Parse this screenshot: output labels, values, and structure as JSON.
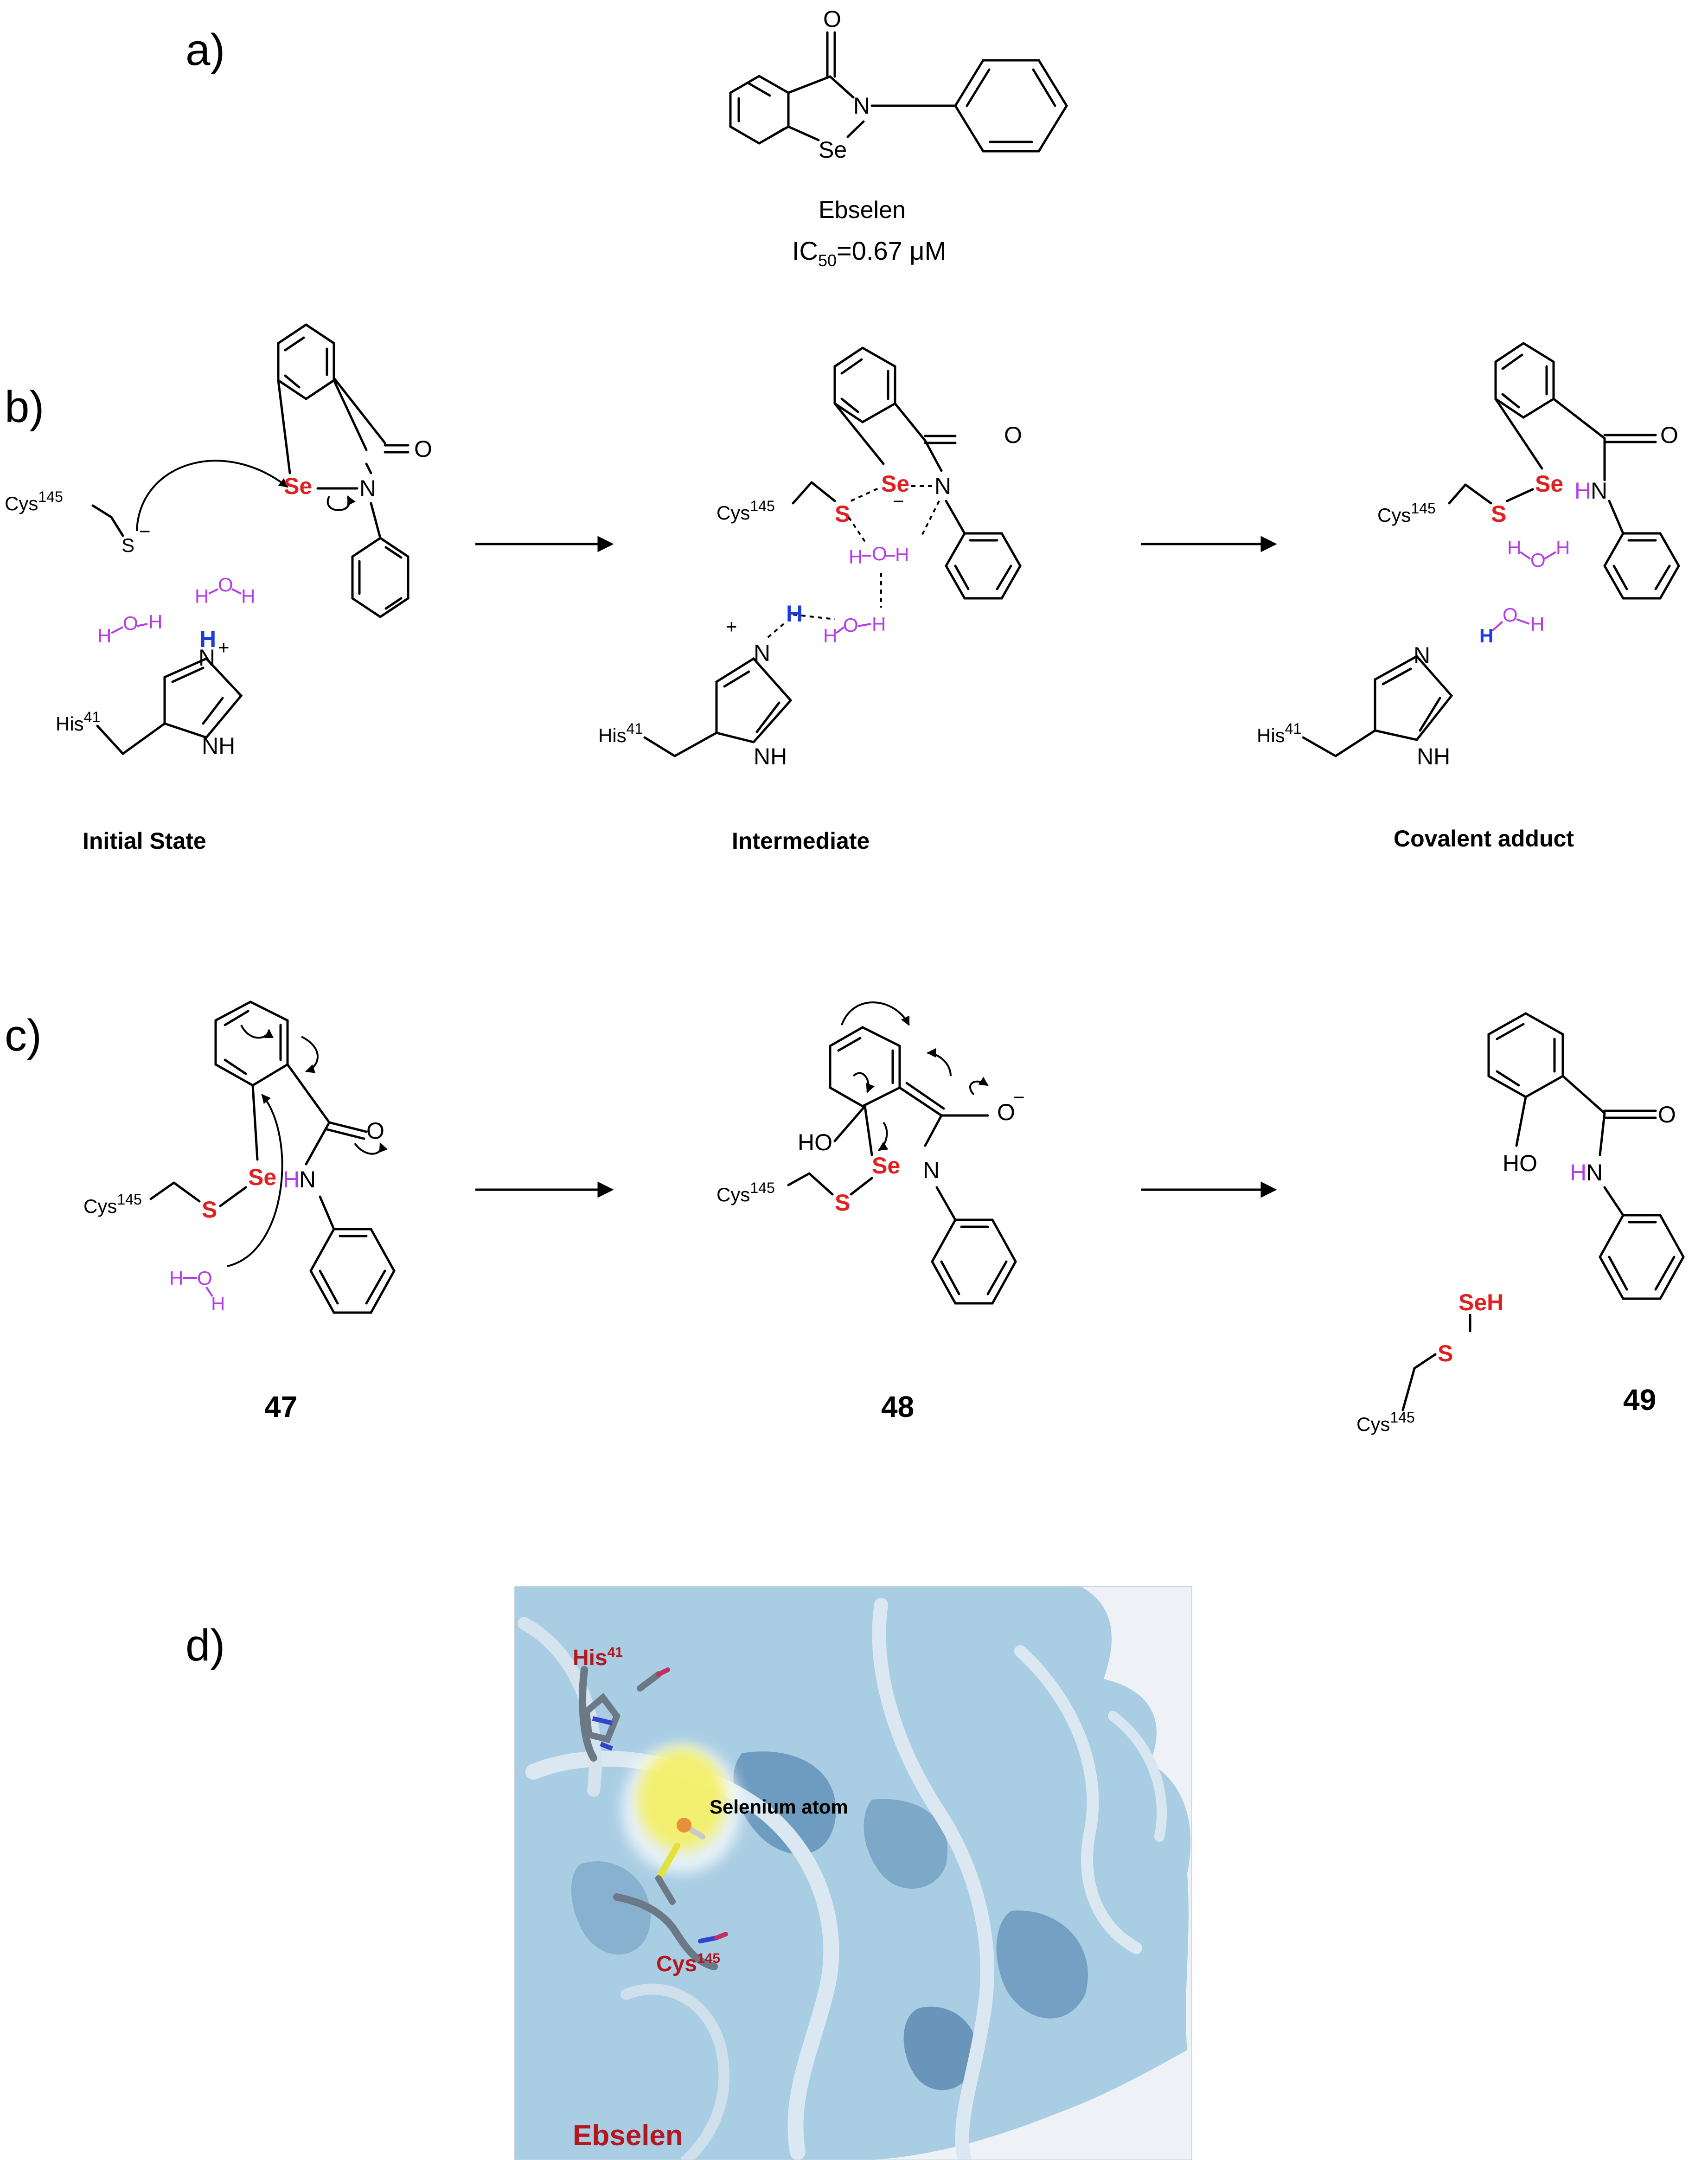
{
  "panels": {
    "a": "a)",
    "b": "b)",
    "c": "c)",
    "d": "d)"
  },
  "panel_a": {
    "compound_name": "Ebselen",
    "ic50_prefix": "IC",
    "ic50_sub": "50",
    "ic50_value": "=0.67 μM",
    "atoms": {
      "O": "O",
      "N": "N",
      "Se": "Se"
    }
  },
  "panel_b": {
    "steps": [
      {
        "caption": "Initial State"
      },
      {
        "caption": "Intermediate"
      },
      {
        "caption": "Covalent adduct"
      }
    ],
    "labels": {
      "cys": "Cys",
      "cys_sup": "145",
      "his": "His",
      "his_sup": "41",
      "S": "S",
      "S_minus": "−",
      "Se": "Se",
      "N": "N",
      "O": "O",
      "H": "H",
      "NH": "NH",
      "N_plus": "N",
      "plus": "+",
      "minus": "−",
      "water_H": "H",
      "water_O": "O"
    }
  },
  "panel_c": {
    "compounds": [
      "47",
      "48",
      "49"
    ],
    "labels": {
      "HO": "HO",
      "HN_H": "H",
      "HN_N": "N",
      "SeH": "SeH",
      "O_minus": "O",
      "minus": "−"
    }
  },
  "panel_d": {
    "labels": {
      "his": "His",
      "his_sup": "41",
      "cys": "Cys",
      "cys_sup": "145",
      "selenium": "Selenium atom",
      "ebselen": "Ebselen"
    },
    "colors": {
      "surface": "#a9cde3",
      "ribbon": "#dbe8f2",
      "pocket": "#f4f06a",
      "label": "#b3171f"
    }
  }
}
